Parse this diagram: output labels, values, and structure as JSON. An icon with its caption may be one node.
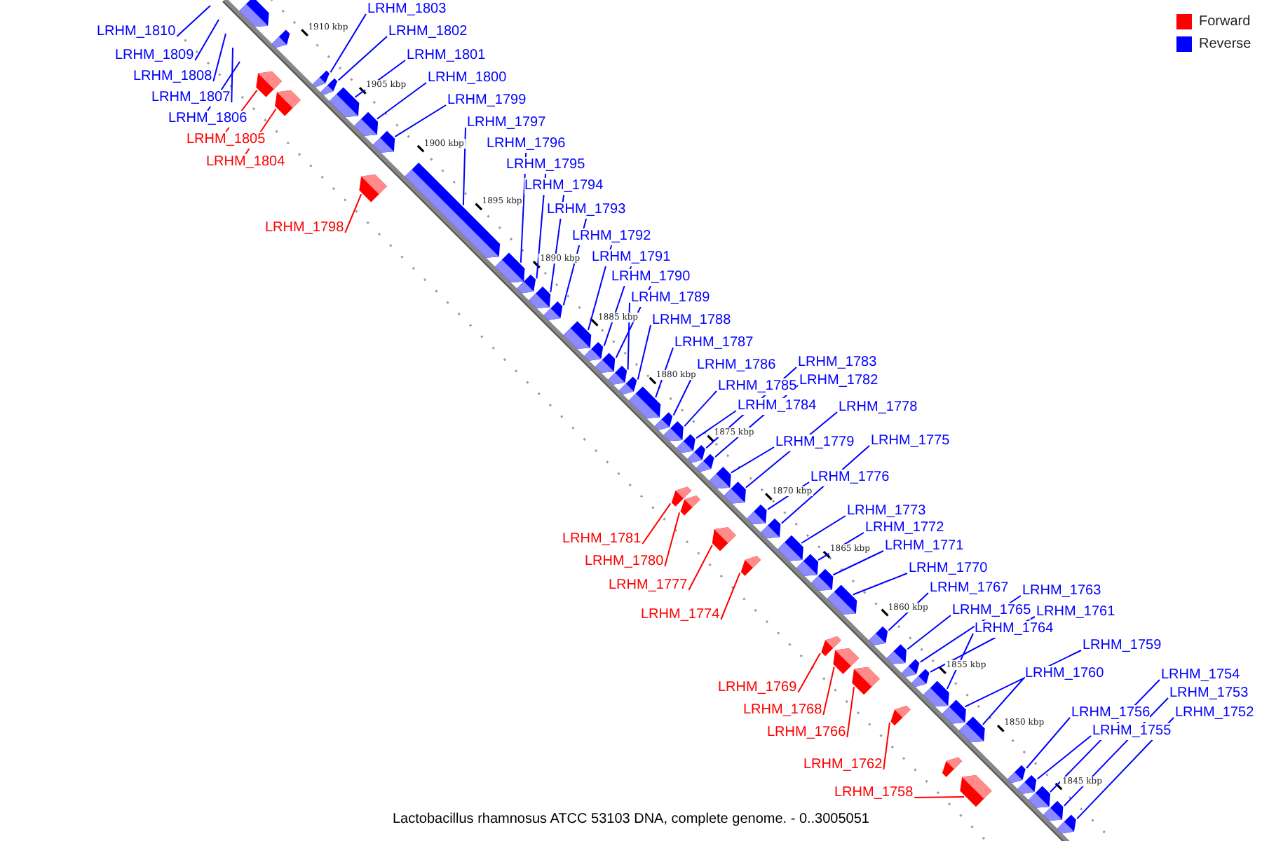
{
  "diagram": {
    "caption": "Lactobacillus rhamnosus ATCC 53103 DNA, complete genome. - 0..3005051",
    "nodes": [
      {
        "text": [
          "LRHM_1803"
        ]
      },
      {
        "text": [
          "LRHM_1810"
        ]
      },
      {
        "text": [
          "LRHM_1802"
        ]
      },
      {
        "text": [
          "LRHM_1809"
        ]
      },
      {
        "text": [
          "LRHM_1801"
        ]
      },
      {
        "text": [
          "LRHM_1808"
        ]
      },
      {
        "text": [
          "LRHM_1800"
        ]
      },
      {
        "text": [
          "LRHM_1807"
        ]
      },
      {
        "text": [
          "LRHM_1799"
        ]
      },
      {
        "text": [
          "LRHM_1806"
        ]
      },
      {
        "text": [
          "LRHM_1797"
        ]
      },
      {
        "text": [
          "LRHM_1805"
        ]
      },
      {
        "text": [
          "LRHM_1796"
        ]
      },
      {
        "text": [
          "LRHM_1804"
        ]
      },
      {
        "text": [
          "LRHM_1795"
        ]
      },
      {
        "text": [
          "LRHM_1794"
        ]
      },
      {
        "text": [
          "LRHM_1793"
        ]
      },
      {
        "text": [
          "LRHM_1798"
        ]
      },
      {
        "text": [
          "LRHM_1792"
        ]
      },
      {
        "text": [
          "LRHM_1791"
        ]
      },
      {
        "text": [
          "LRHM_1790"
        ]
      },
      {
        "text": [
          "LRHM_1789"
        ]
      },
      {
        "text": [
          "LRHM_1788"
        ]
      },
      {
        "text": [
          "LRHM_1787"
        ]
      },
      {
        "text": [
          "LRHM_1783"
        ]
      },
      {
        "text": [
          "LRHM_1786"
        ]
      },
      {
        "text": [
          "LRHM_1782"
        ]
      },
      {
        "text": [
          "LRHM_1785"
        ]
      },
      {
        "text": [
          "LRHM_1784"
        ]
      },
      {
        "text": [
          "LRHM_1778"
        ]
      },
      {
        "text": [
          "LRHM_1775"
        ]
      },
      {
        "text": [
          "LRHM_1779"
        ]
      },
      {
        "text": [
          "LRHM_1776"
        ]
      },
      {
        "text": [
          "LRHM_1773"
        ]
      },
      {
        "text": [
          "LRHM_1772"
        ]
      },
      {
        "text": [
          "LRHM_1781"
        ]
      },
      {
        "text": [
          "LRHM_1771"
        ]
      },
      {
        "text": [
          "LRHM_1780"
        ]
      },
      {
        "text": [
          "LRHM_1770"
        ]
      },
      {
        "text": [
          "LRHM_1777"
        ]
      },
      {
        "text": [
          "LRHM_1767"
        ]
      },
      {
        "text": [
          "LRHM_1763"
        ]
      },
      {
        "text": [
          "LRHM_1765"
        ]
      },
      {
        "text": [
          "LRHM_1761"
        ]
      },
      {
        "text": [
          "LRHM_1774"
        ]
      },
      {
        "text": [
          "LRHM_1764"
        ]
      },
      {
        "text": [
          "LRHM_1759"
        ]
      },
      {
        "text": [
          "LRHM_1760"
        ]
      },
      {
        "text": [
          "LRHM_1754"
        ]
      },
      {
        "text": [
          "LRHM_1769"
        ]
      },
      {
        "text": [
          "LRHM_1753"
        ]
      },
      {
        "text": [
          "LRHM_1768"
        ]
      },
      {
        "text": [
          "LRHM_1756"
        ]
      },
      {
        "text": [
          "LRHM_1752"
        ]
      },
      {
        "text": [
          "LRHM_1755"
        ]
      },
      {
        "text": [
          "LRHM_1766"
        ]
      },
      {
        "text": [
          "LRHM_1762"
        ]
      },
      {
        "text": [
          "LRHM_1758"
        ]
      },
      {
        "text": [],
        "shape": "arrow"
      },
      {
        "text": [],
        "shape": "arrow"
      },
      {
        "text": [],
        "shape": "arrow"
      },
      {
        "text": [],
        "shape": "arrow"
      },
      {
        "text": [],
        "shape": "arrow"
      },
      {
        "text": [],
        "shape": "arrow"
      },
      {
        "text": [],
        "shape": "arrow"
      },
      {
        "text": [],
        "shape": "arrow"
      },
      {
        "text": [],
        "shape": "arrow"
      },
      {
        "text": [],
        "shape": "arrow"
      },
      {
        "text": [],
        "shape": "arrow"
      },
      {
        "text": [],
        "shape": "arrow"
      },
      {
        "text": [],
        "shape": "arrow"
      },
      {
        "text": [],
        "shape": "arrow"
      },
      {
        "text": [],
        "shape": "arrow"
      },
      {
        "text": [],
        "shape": "arrow"
      },
      {
        "text": [],
        "shape": "arrow"
      },
      {
        "text": [],
        "shape": "arrow"
      },
      {
        "text": [],
        "shape": "arrow"
      },
      {
        "text": [],
        "shape": "arrow"
      },
      {
        "text": [],
        "shape": "arrow"
      },
      {
        "text": [],
        "shape": "arrow"
      },
      {
        "text": [],
        "shape": "arrow"
      },
      {
        "text": [],
        "shape": "arrow"
      },
      {
        "text": [],
        "shape": "arrow"
      },
      {
        "text": [],
        "shape": "arrow"
      },
      {
        "text": [],
        "shape": "arrow"
      },
      {
        "text": [],
        "shape": "arrow"
      },
      {
        "text": [],
        "shape": "arrow"
      },
      {
        "text": [],
        "shape": "arrow"
      },
      {
        "text": [],
        "shape": "arrow"
      },
      {
        "text": [],
        "shape": "arrow"
      },
      {
        "text": [],
        "shape": "arrow"
      },
      {
        "text": [],
        "shape": "arrow"
      },
      {
        "text": [],
        "shape": "arrow"
      },
      {
        "text": [],
        "shape": "arrow"
      },
      {
        "text": [],
        "shape": "arrow"
      },
      {
        "text": [],
        "shape": "arrow"
      },
      {
        "text": [],
        "shape": "arrow"
      },
      {
        "text": [],
        "shape": "arrow"
      },
      {
        "text": [],
        "shape": "arrow"
      },
      {
        "text": [],
        "shape": "arrow"
      },
      {
        "text": [],
        "shape": "arrow"
      },
      {
        "text": [],
        "shape": "arrow"
      },
      {
        "text": [],
        "shape": "arrow"
      },
      {
        "text": [],
        "shape": "arrow"
      },
      {
        "text": [],
        "shape": "arrow"
      },
      {
        "text": [],
        "shape": "arrow"
      },
      {
        "text": [],
        "shape": "arrow"
      },
      {
        "text": [],
        "shape": "arrow"
      },
      {
        "text": [],
        "shape": "arrow"
      },
      {
        "text": [],
        "shape": "arrow"
      },
      {
        "text": [],
        "shape": "arrow"
      },
      {
        "text": [],
        "shape": "arrow"
      },
      {
        "text": [],
        "shape": "arrow"
      },
      {
        "text": [],
        "shape": "arrow"
      }
    ],
    "edges": [
      {
        "from": 0,
        "to": 58,
        "arrow": "none"
      },
      {
        "from": 1,
        "to": null,
        "arrow": "none"
      },
      {
        "from": 2,
        "to": 59,
        "arrow": "none"
      },
      {
        "from": 3,
        "to": null,
        "arrow": "none"
      },
      {
        "from": 4,
        "to": 60,
        "arrow": "none"
      },
      {
        "from": 5,
        "to": null,
        "arrow": "none"
      },
      {
        "from": 6,
        "to": 61,
        "arrow": "none"
      },
      {
        "from": 7,
        "to": null,
        "arrow": "none"
      },
      {
        "from": 8,
        "to": 62,
        "arrow": "none"
      },
      {
        "from": 9,
        "to": null,
        "arrow": "none"
      },
      {
        "from": 10,
        "to": 63,
        "arrow": "none"
      },
      {
        "from": 11,
        "to": 64,
        "arrow": "none",
        "color": "#ff0000"
      },
      {
        "from": 12,
        "to": 65,
        "arrow": "none"
      },
      {
        "from": 13,
        "to": 66,
        "arrow": "none",
        "color": "#ff0000"
      },
      {
        "from": 14,
        "to": 67,
        "arrow": "none"
      },
      {
        "from": 15,
        "to": 68,
        "arrow": "none"
      },
      {
        "from": 16,
        "to": 69,
        "arrow": "none"
      },
      {
        "from": 17,
        "to": 70,
        "arrow": "none",
        "color": "#ff0000"
      },
      {
        "from": 18,
        "to": 71,
        "arrow": "none"
      },
      {
        "from": 19,
        "to": 72,
        "arrow": "none"
      },
      {
        "from": 20,
        "to": 73,
        "arrow": "none"
      },
      {
        "from": 21,
        "to": 74,
        "arrow": "none"
      },
      {
        "from": 22,
        "to": 75,
        "arrow": "none"
      },
      {
        "from": 23,
        "to": 76,
        "arrow": "none"
      },
      {
        "from": 24,
        "to": 77,
        "arrow": "none"
      },
      {
        "from": 25,
        "to": 78,
        "arrow": "none"
      },
      {
        "from": 26,
        "to": 79,
        "arrow": "none"
      },
      {
        "from": 27,
        "to": 80,
        "arrow": "none"
      },
      {
        "from": 28,
        "to": 81,
        "arrow": "none"
      },
      {
        "from": 29,
        "to": 82,
        "arrow": "none"
      },
      {
        "from": 30,
        "to": 83,
        "arrow": "none"
      },
      {
        "from": 31,
        "to": 84,
        "arrow": "none"
      },
      {
        "from": 32,
        "to": 85,
        "arrow": "none"
      },
      {
        "from": 33,
        "to": 86,
        "arrow": "none"
      },
      {
        "from": 34,
        "to": 87,
        "arrow": "none"
      },
      {
        "from": 35,
        "to": 88,
        "arrow": "none",
        "color": "#ff0000"
      },
      {
        "from": 36,
        "to": 89,
        "arrow": "none"
      },
      {
        "from": 37,
        "to": 90,
        "arrow": "none",
        "color": "#ff0000"
      },
      {
        "from": 38,
        "to": 91,
        "arrow": "none"
      },
      {
        "from": 39,
        "to": 92,
        "arrow": "none",
        "color": "#ff0000"
      },
      {
        "from": 40,
        "to": 93,
        "arrow": "none"
      },
      {
        "from": 41,
        "to": 94,
        "arrow": "none"
      },
      {
        "from": 42,
        "to": 95,
        "arrow": "none"
      },
      {
        "from": 43,
        "to": 96,
        "arrow": "none"
      },
      {
        "from": 44,
        "to": 97,
        "arrow": "none",
        "color": "#ff0000"
      },
      {
        "from": 45,
        "to": 98,
        "arrow": "none"
      },
      {
        "from": 46,
        "to": 99,
        "arrow": "none"
      },
      {
        "from": 47,
        "to": 100,
        "arrow": "none"
      },
      {
        "from": 48,
        "to": 101,
        "arrow": "none"
      },
      {
        "from": 49,
        "to": 102,
        "arrow": "none",
        "color": "#ff0000"
      },
      {
        "from": 50,
        "to": 103,
        "arrow": "none"
      },
      {
        "from": 51,
        "to": 104,
        "arrow": "none",
        "color": "#ff0000"
      },
      {
        "from": 52,
        "to": 105,
        "arrow": "none"
      },
      {
        "from": 53,
        "to": 106,
        "arrow": "none"
      },
      {
        "from": 54,
        "to": 107,
        "arrow": "none"
      },
      {
        "from": 55,
        "to": 108,
        "arrow": "none",
        "color": "#ff0000"
      },
      {
        "from": 56,
        "to": 109,
        "arrow": "none",
        "color": "#ff0000"
      },
      {
        "from": 57,
        "to": 110,
        "arrow": "none",
        "color": "#ff0000"
      }
    ],
    "labels": [
      "1910 kbp",
      "1905 kbp",
      "1900 kbp",
      "1895 kbp",
      "1890 kbp",
      "1885 kbp",
      "1880 kbp",
      "1875 kbp",
      "1870 kbp",
      "1865 kbp",
      "1860 kbp",
      "1855 kbp",
      "1850 kbp",
      "1845 kbp"
    ],
    "legend": [
      {
        "text": "Forward",
        "color": "#ff0000"
      },
      {
        "text": "Reverse",
        "color": "#0000ff"
      }
    ]
  }
}
